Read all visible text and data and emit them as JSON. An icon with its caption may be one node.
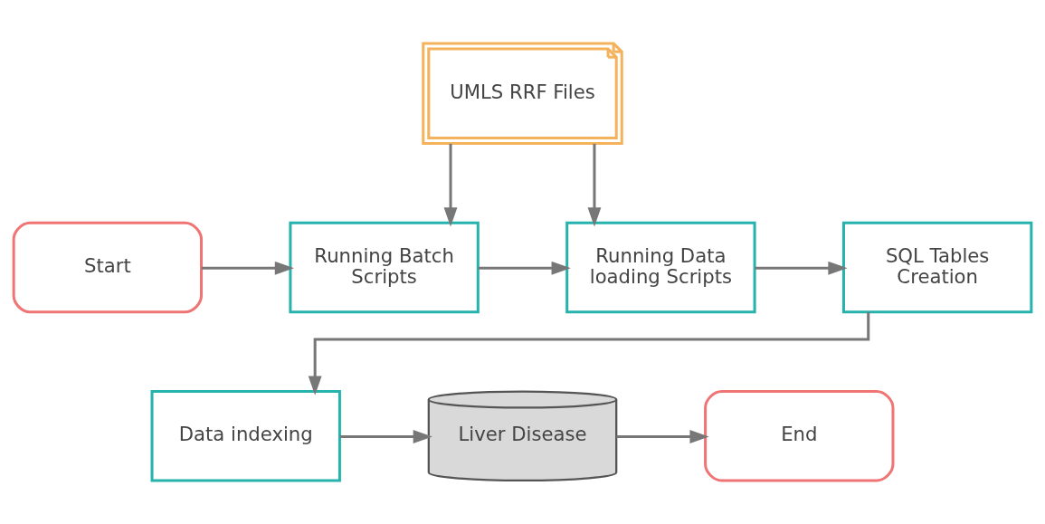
{
  "diagram": {
    "nodes": [
      {
        "text": [
          "UMLS RRF Files"
        ]
      },
      {
        "text": [
          "Start"
        ]
      },
      {
        "text": [
          "Running Batch Scripts"
        ]
      },
      {
        "text": [
          "Running Data loading Scripts"
        ]
      },
      {
        "text": [
          "SQL Tables Creation"
        ]
      },
      {
        "text": [
          "End"
        ]
      },
      {
        "text": [
          "Liver Disease"
        ]
      },
      {
        "text": [
          "Data indexing"
        ]
      }
    ],
    "edges": [
      {
        "from": 0,
        "to": 2,
        "arrow": "to"
      },
      {
        "from": 0,
        "to": 3,
        "arrow": "to"
      },
      {
        "from": 1,
        "to": 2,
        "arrow": "to"
      },
      {
        "from": 2,
        "to": 3,
        "arrow": "to"
      },
      {
        "from": 3,
        "to": 4,
        "arrow": "to"
      },
      {
        "from": 4,
        "to": 7,
        "arrow": "to"
      },
      {
        "from": 7,
        "to": 6,
        "arrow": "to"
      },
      {
        "from": 6,
        "to": 5,
        "arrow": "to"
      }
    ]
  }
}
